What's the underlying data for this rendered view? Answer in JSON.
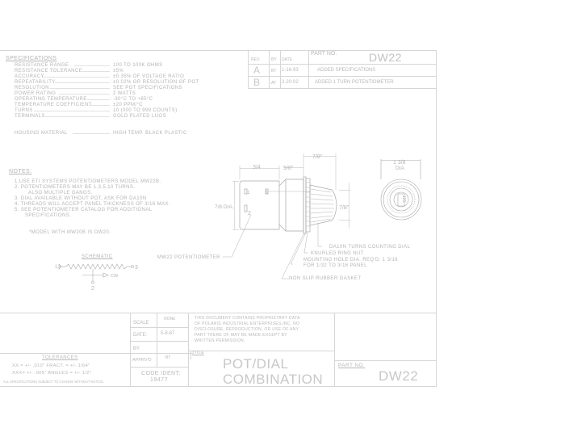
{
  "specifications": {
    "heading": "SPECIFICATIONS",
    "rows": [
      {
        "label": "RESISTANCE RANGE",
        "value": "100 TO 100K OHMS"
      },
      {
        "label": "RESISTANCE TOLERANCE",
        "value": "±5%"
      },
      {
        "label": "ACCURACY",
        "value": "±0.35% OF VOLTAGE RATIO"
      },
      {
        "label": "REPEATABILITY",
        "value": "±0.02% OR RESOLUTION OF POT"
      },
      {
        "label": "RESOLUTION",
        "value": "SEE POT SPECIFICATIONS"
      },
      {
        "label": "POWER RATING",
        "value": "2 WATTS"
      },
      {
        "label": "OPERATING TEMPERATURE",
        "value": "-30°C TO +85°C"
      },
      {
        "label": "TEMPERATURE COEFFICIENT",
        "value": "±20 PPM/°C"
      },
      {
        "label": "TURNS",
        "value": "10 (000 TO 999 COUNTS)"
      },
      {
        "label": "TERMINALS",
        "value": "GOLD PLATED LUGS"
      },
      {
        "label": "HOUSING MATERIAL",
        "value": "HIGH TEMP. BLACK PLASTIC"
      }
    ]
  },
  "revisions": {
    "headers": {
      "rev": "REV.",
      "by": "BY",
      "date": "DATE"
    },
    "part_no_label": "PART NO.",
    "part_no": "DW22",
    "rows": [
      {
        "rev": "A",
        "by": "BT",
        "date": "1-16-93",
        "description": "ADDED SPECIFICATIONS"
      },
      {
        "rev": "B",
        "by": "AT",
        "date": "2-20-02",
        "description": "ADDED 1 TURN POTENTIOMETER"
      }
    ]
  },
  "notes": {
    "heading": "NOTES:",
    "lines": [
      "1.USE ETI SYSTEMS POTENTIOMETERS MODEL MW22B.",
      "2. POTENTIOMETERS MAY BE 1,3,5,10 TURNS.",
      "ALSO MULTIPLE GANGS.",
      "3. DIAL AVAILABLE WITHOUT POT, ASK FOR DA10N",
      "4. THREADS WILL ACCEPT PANEL THICKNESS OF 3/16 MAX.",
      "5. SEE POTENTIOMETER CATALOG FOR ADDITIONAL",
      "SPECIFICATIONS."
    ],
    "footnote": "*MODEL WITH MW20B IS DW20."
  },
  "drawing": {
    "dims": {
      "body_length": "3/4",
      "shoulder": "5/8\"",
      "dial_length": "7/8\"",
      "body_dia": "7/8 DIA.",
      "dial_height": "7/8\"",
      "face_dia_top": "1 3/8",
      "face_dia_bottom": "DIA"
    },
    "terminals": {
      "t1": "1",
      "t2": "2",
      "t3": "3"
    },
    "counter_digits": "123",
    "callouts": {
      "pot": "MW22 POTENTIOMETER",
      "dial": "DA10N TURNS COUNTING DIAL",
      "ring": "KNURLED RING NUT",
      "hole_1": "MOUNTING HOLE DIA. REQ'D. 1 3/16",
      "hole_2": "FOR 1/32 TO 3/16 PANEL",
      "gasket": "NON SLIP RUBBER GASKET"
    }
  },
  "schematic": {
    "title": "SCHEMATIC",
    "pin1": "1",
    "pin2": "2",
    "pin3": "3",
    "cw": "CW"
  },
  "title_block": {
    "scale_label": "SCALE",
    "scale_value": "NONE",
    "date_label": "DATE:",
    "date_value": "5-8-87",
    "by_label": "BY",
    "by_value": "",
    "approved_label": "APPRV'D",
    "approved_value": "BT",
    "code_ident_label": "CODE IDENT:",
    "code_ident_value": "19477",
    "tolerances_heading": "TOLERANCES",
    "tolerances_line1": "XX = +/- .010\"  FRACT. = +/- 1/64\"",
    "tolerances_line2": "XXX= +/- .005\"  ANGLES = +/- 1/2°",
    "disclaimer": "ALL SPECIFICATIONS SUBJECT TO CHANGE WITHOUT NOTICE.",
    "proprietary": [
      "THIS DOCUMENT CONTAINS PROPRIETARY DATA",
      "OF POLARIS INDUSTRIAL ENTERPRISES,INC. NO",
      "DISCLOSURE, REPRODUCTION, OR USE OF ANY",
      "PART THERE OF MAY BE MADE EXCEPT BY",
      "WRITTEN PERMISSION."
    ],
    "title_label": "TITLE",
    "title_line1": "POT/DIAL",
    "title_line2": "COMBINATION",
    "part_no_label": "PART NO.",
    "part_no": "DW22"
  }
}
